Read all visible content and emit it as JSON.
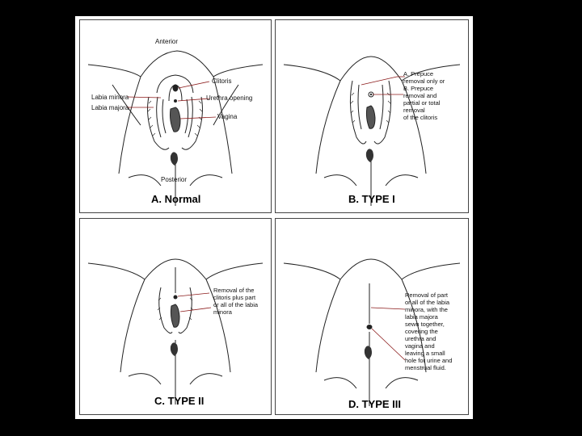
{
  "colors": {
    "background": "#000000",
    "figure": "#ffffff",
    "ink": "#111111",
    "leader_line": "#8b1a1a"
  },
  "panel_a": {
    "title": "A. Normal",
    "anterior": "Anterior",
    "posterior": "Posterior",
    "clitoris": "Clitoris",
    "labia_minora": "Labia minora",
    "labia_majora": "Labia majora",
    "urethra_opening": "Urethra opening",
    "vagina": "Vagina"
  },
  "panel_b": {
    "title": "B. TYPE I",
    "note": "A. Prepuce\nremoval only or\nB. Prepuce\nremoval and\npartial or total\nremoval\nof the clitoris"
  },
  "panel_c": {
    "title": "C. TYPE II",
    "note": "Removal of the\nclitoris plus part\nor all of the labia\nminora"
  },
  "panel_d": {
    "title": "D. TYPE III",
    "note": "Removal of part\nor all of the labia\nminora, with the\nlabia majora\nsewn together,\ncovering the\nurethra and\nvagina and\nleaving a small\nhole for urine and\nmenstrual fluid."
  }
}
